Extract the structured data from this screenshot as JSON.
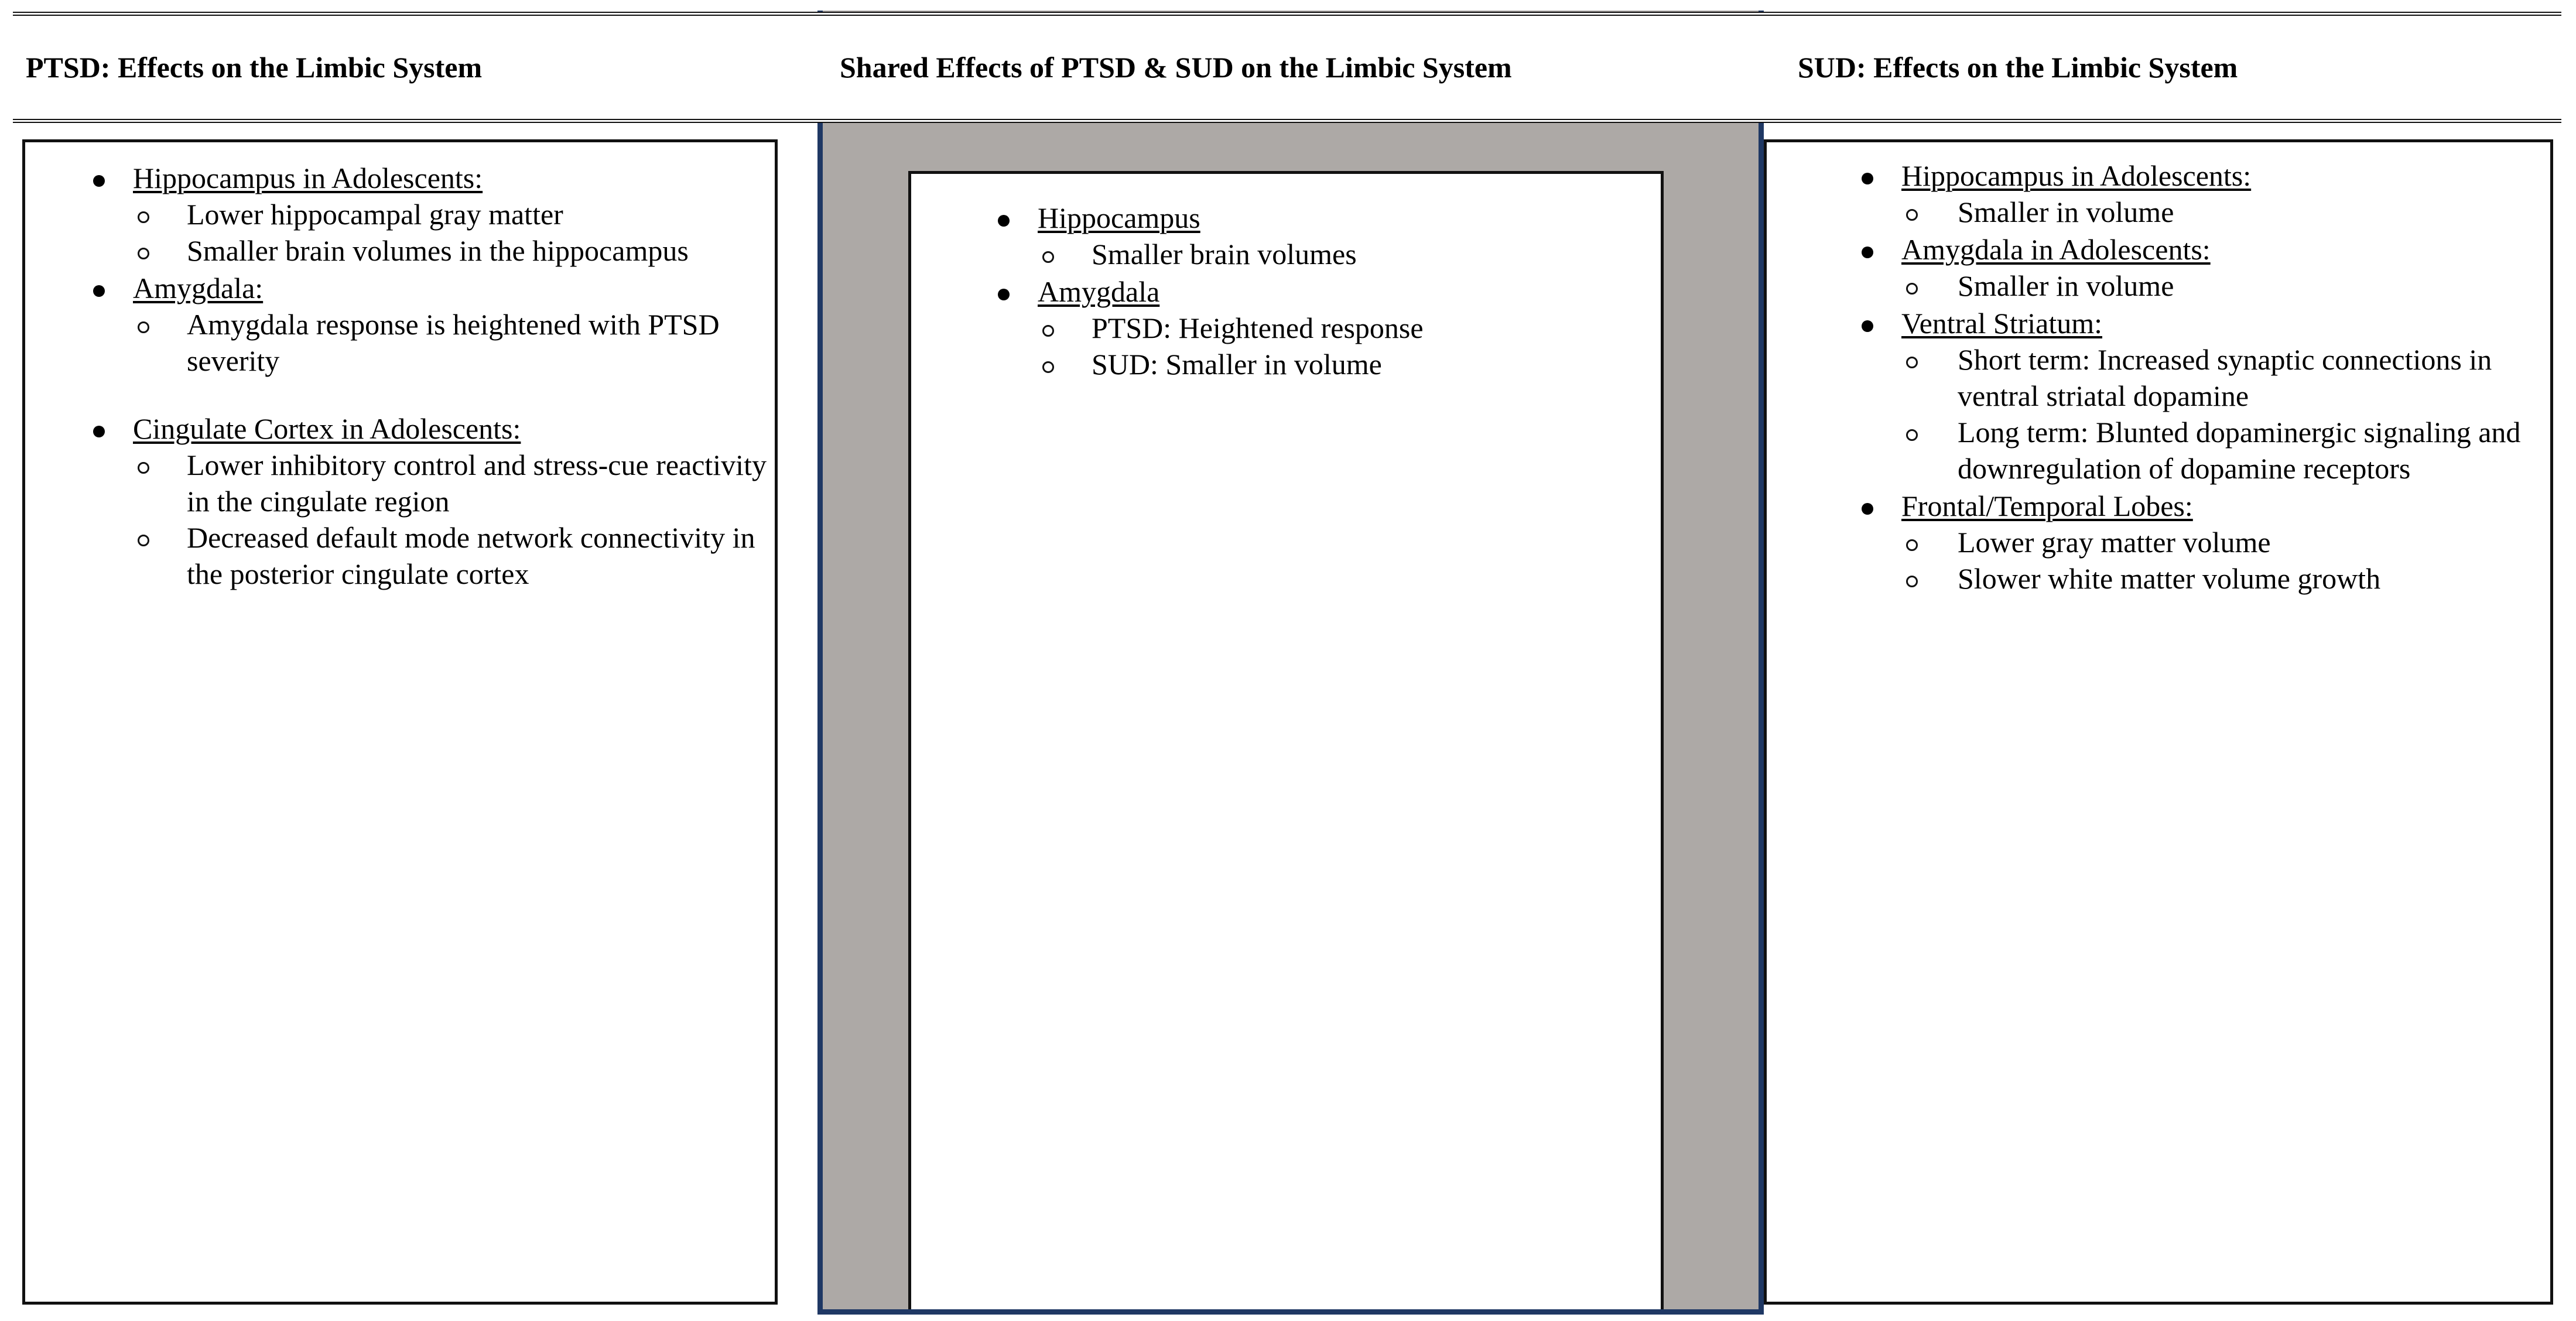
{
  "colors": {
    "grey_panel": "#ADA9A6",
    "navy_border": "#1F3864",
    "rule_black": "#101010",
    "text": "#000000",
    "background": "#FFFFFF"
  },
  "columns": [
    {
      "id": "ptsd",
      "header": "PTSD: Effects on the Limbic System",
      "groups": [
        {
          "heading": "Hippocampus in Adolescents:",
          "items": [
            "Lower hippocampal gray matter",
            "Smaller brain volumes in the hippocampus"
          ],
          "gap_after": false
        },
        {
          "heading": "Amygdala:",
          "items": [
            "Amygdala response is heightened with PTSD severity"
          ],
          "gap_after": true
        },
        {
          "heading": "Cingulate Cortex in Adolescents:",
          "items": [
            "Lower inhibitory control and stress-cue reactivity in the cingulate region",
            "Decreased default mode network connectivity in the posterior cingulate cortex"
          ],
          "gap_after": false
        }
      ]
    },
    {
      "id": "shared",
      "header": "Shared Effects of PTSD & SUD on the Limbic System",
      "groups": [
        {
          "heading": "Hippocampus",
          "items": [
            "Smaller brain volumes"
          ],
          "gap_after": false
        },
        {
          "heading": "Amygdala",
          "items": [
            "PTSD: Heightened response",
            "SUD: Smaller in volume"
          ],
          "gap_after": false
        }
      ]
    },
    {
      "id": "sud",
      "header": "SUD: Effects on the Limbic System",
      "groups": [
        {
          "heading": "Hippocampus in Adolescents:",
          "items": [
            "Smaller in volume"
          ],
          "gap_after": false
        },
        {
          "heading": "Amygdala in Adolescents:",
          "items": [
            "Smaller in volume"
          ],
          "gap_after": false
        },
        {
          "heading": "Ventral Striatum:",
          "items": [
            "Short term: Increased synaptic connections in ventral striatal dopamine",
            "Long term: Blunted dopaminergic signaling and downregulation of dopamine receptors"
          ],
          "gap_after": false
        },
        {
          "heading": "Frontal/Temporal Lobes:",
          "items": [
            "Lower gray matter volume",
            "Slower white matter volume growth"
          ],
          "gap_after": false
        }
      ]
    }
  ]
}
